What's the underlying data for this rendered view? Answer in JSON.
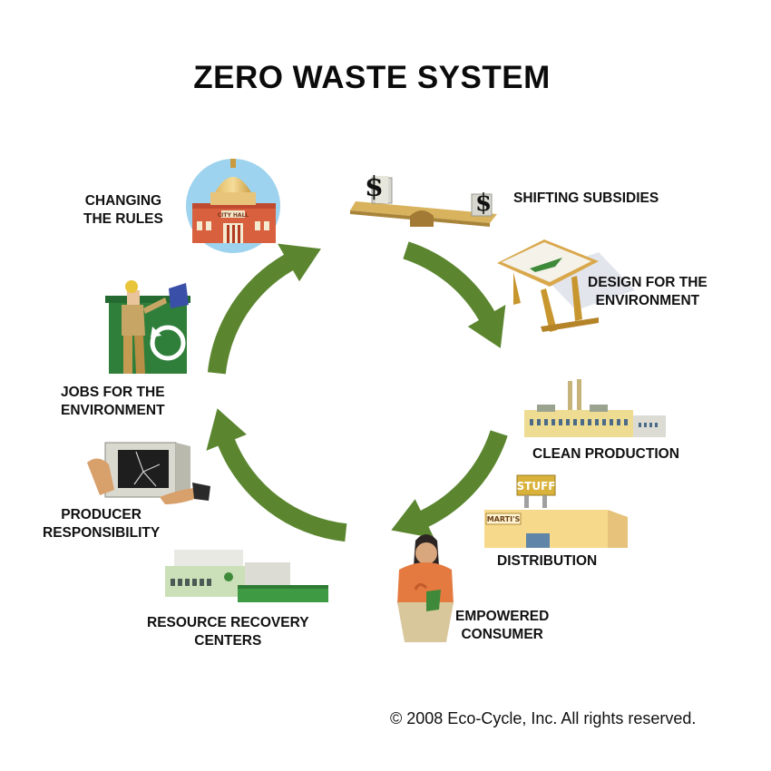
{
  "title": "ZERO WASTE SYSTEM",
  "copyright": "© 2008 Eco-Cycle, Inc. All rights reserved.",
  "colors": {
    "arrow": "#5b862f",
    "text": "#111111"
  },
  "nodes": {
    "changing_rules": {
      "line1": "CHANGING",
      "line2": "THE RULES",
      "icon": "city-hall-icon",
      "sign": "CITY HALL"
    },
    "shifting_subsidies": {
      "line1": "SHIFTING SUBSIDIES",
      "icon": "seesaw-money-icon",
      "symbol": "$"
    },
    "design_env": {
      "line1": "DESIGN FOR THE",
      "line2": "ENVIRONMENT",
      "icon": "drafting-table-icon"
    },
    "clean_production": {
      "line1": "CLEAN PRODUCTION",
      "icon": "factory-icon"
    },
    "distribution": {
      "line1": "DISTRIBUTION",
      "icon": "store-icon",
      "sign_top": "STUFF",
      "sign_store": "MARTI'S"
    },
    "empowered_consumer": {
      "line1": "EMPOWERED",
      "line2": "CONSUMER",
      "icon": "shopper-icon"
    },
    "resource_recovery": {
      "line1": "RESOURCE RECOVERY",
      "line2": "CENTERS",
      "icon": "recovery-center-icon"
    },
    "producer_resp": {
      "line1": "PRODUCER",
      "line2": "RESPONSIBILITY",
      "icon": "broken-tv-icon"
    },
    "jobs_env": {
      "line1": "JOBS FOR THE",
      "line2": "ENVIRONMENT",
      "icon": "recycling-worker-icon"
    }
  }
}
